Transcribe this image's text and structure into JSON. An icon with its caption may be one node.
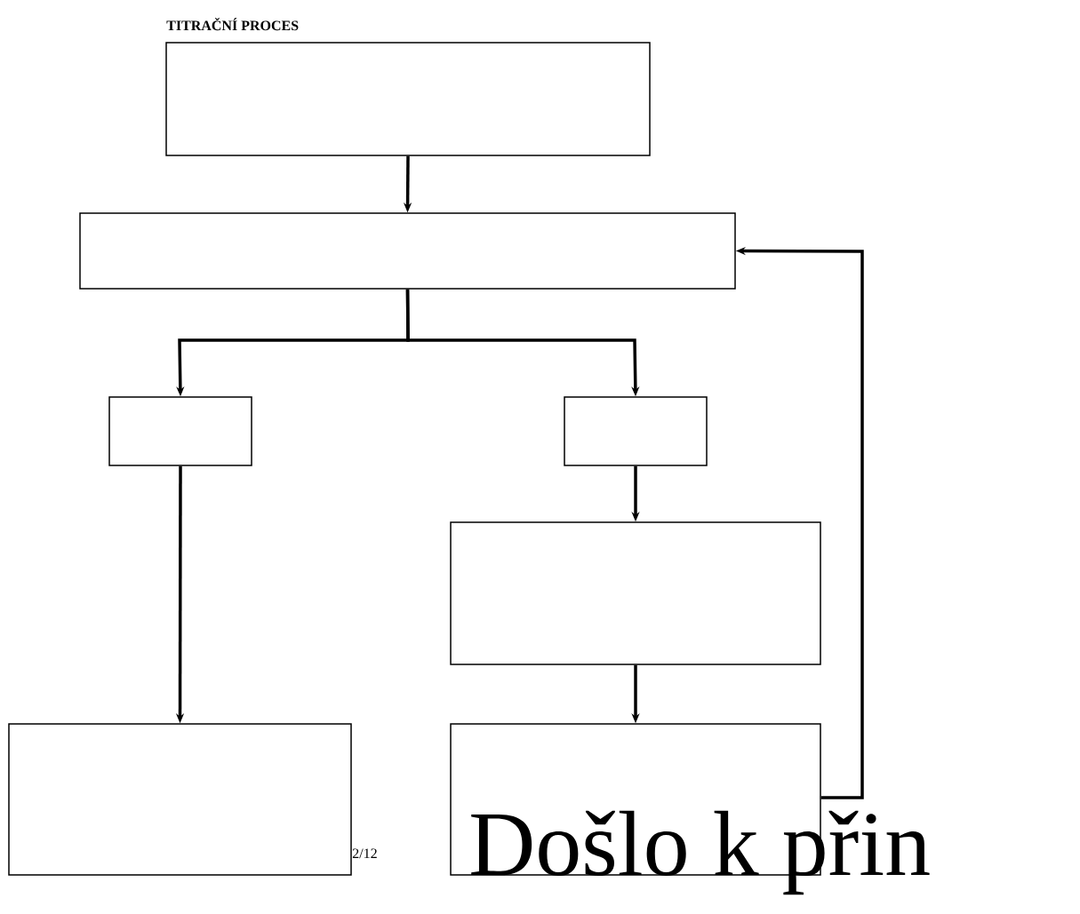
{
  "diagram": {
    "title": "TITRAČNÍ PROCES",
    "nodes": [
      {
        "text": [],
        "shape": "box"
      },
      {
        "text": [],
        "shape": "box"
      },
      {
        "text": [],
        "shape": "box"
      },
      {
        "text": [],
        "shape": "box"
      },
      {
        "text": [],
        "shape": "box"
      },
      {
        "text": [],
        "shape": "box"
      },
      {
        "text": [],
        "shape": "box"
      }
    ],
    "edges": [
      {
        "from": 0,
        "to": 1,
        "arrow": "to"
      },
      {
        "from": 1,
        "to": 2,
        "arrow": "to"
      },
      {
        "from": 1,
        "to": 3,
        "arrow": "to"
      },
      {
        "from": 2,
        "to": 5,
        "arrow": "to"
      },
      {
        "from": 3,
        "to": 4,
        "arrow": "to"
      },
      {
        "from": 4,
        "to": 6,
        "arrow": "to"
      },
      {
        "from": 6,
        "to": 1,
        "arrow": "to"
      }
    ],
    "labels": [
      "2/12",
      "Došlo k přin"
    ]
  }
}
